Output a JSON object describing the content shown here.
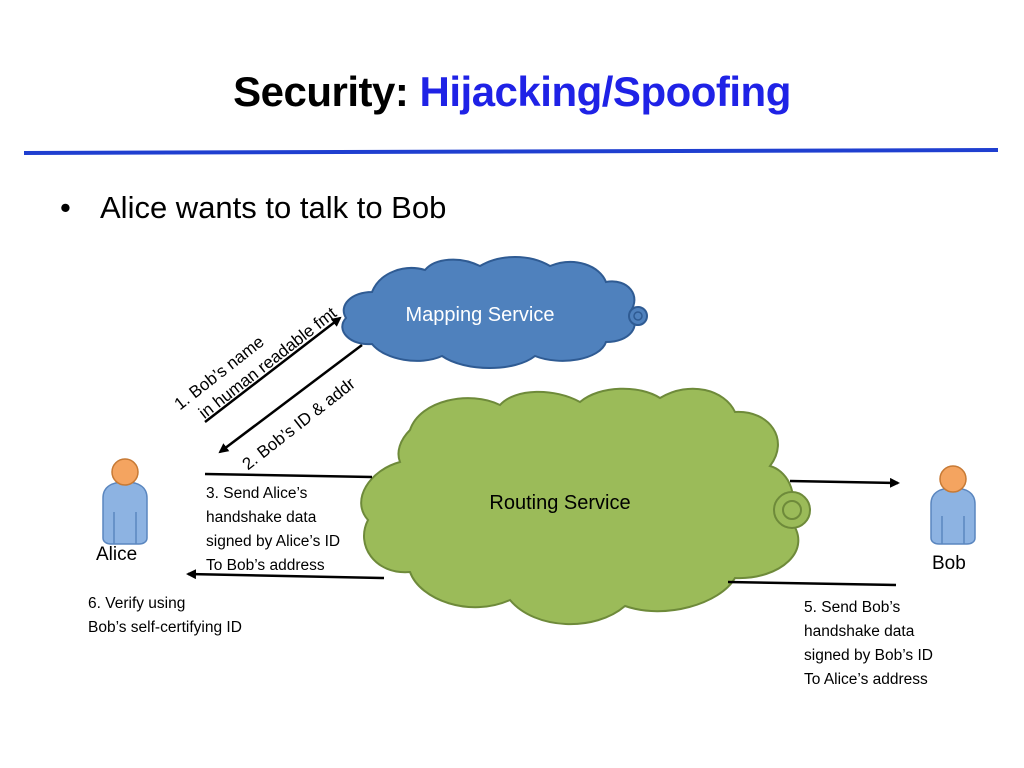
{
  "slide": {
    "title_prefix": "Security:",
    "title_accent": "Hijacking/Spoofing",
    "bullet": "Alice wants to talk to Bob",
    "bullet_glyph": "•"
  },
  "diagram": {
    "mapping_service": "Mapping Service",
    "routing_service": "Routing Service",
    "alice": "Alice",
    "bob": "Bob",
    "step1_line1": "1. Bob’s name",
    "step1_line2": "in human readable fmt",
    "step2": "2. Bob’s ID & addr",
    "step3": [
      "3. Send Alice’s",
      "handshake data",
      "signed by Alice’s ID",
      "To Bob’s address"
    ],
    "step5": [
      "5. Send Bob’s",
      "handshake data",
      "signed by Bob’s ID",
      "To Alice’s address"
    ],
    "step6": [
      "6. Verify using",
      "Bob’s self-certifying ID"
    ]
  },
  "colors": {
    "title_accent": "#1f22e6",
    "rule": "#1f3fd0",
    "mapping_cloud": "#4f81bd",
    "routing_cloud": "#9bbb59",
    "person_body": "#8db3e2",
    "person_head": "#f4a460"
  }
}
